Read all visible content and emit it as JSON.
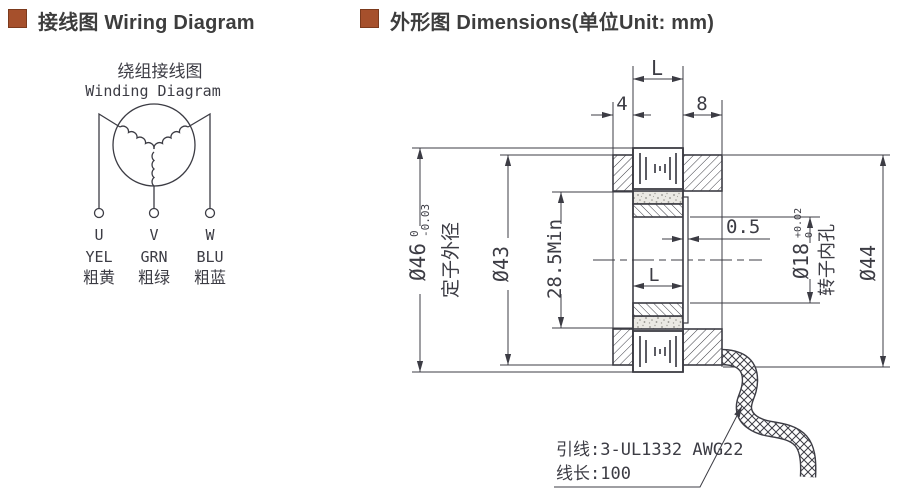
{
  "page": {
    "bg": "#ffffff",
    "accent": "#a6502c",
    "line_color": "#3c3c44"
  },
  "headers": {
    "left": "接线图 Wiring Diagram",
    "right": "外形图 Dimensions(单位Unit: mm)"
  },
  "wiring": {
    "title_cn": "绕组接线图",
    "title_en": "Winding Diagram",
    "terminals": [
      {
        "phase": "U",
        "code": "YEL",
        "cn": "粗黄"
      },
      {
        "phase": "V",
        "code": "GRN",
        "cn": "粗绿"
      },
      {
        "phase": "W",
        "code": "BLU",
        "cn": "粗蓝"
      }
    ]
  },
  "dims": {
    "top_length": "L",
    "front_overhang": "4",
    "rear_overhang": "8",
    "stator_od": {
      "value": "Ø46",
      "tol_up": "0",
      "tol_dn": "-0.03",
      "label": "定子外径"
    },
    "winding_od": "Ø43",
    "min_inner": "28.5Min",
    "stack_length": "L",
    "step": "0.5",
    "rotor_bore": {
      "value": "Ø18",
      "tol_up": "+0.02",
      "tol_dn": "0",
      "label": "转子内孔"
    },
    "od_right": "Ø44",
    "note_line1": "引线:3-UL1332 AWG22",
    "note_line2": "线长:100"
  }
}
